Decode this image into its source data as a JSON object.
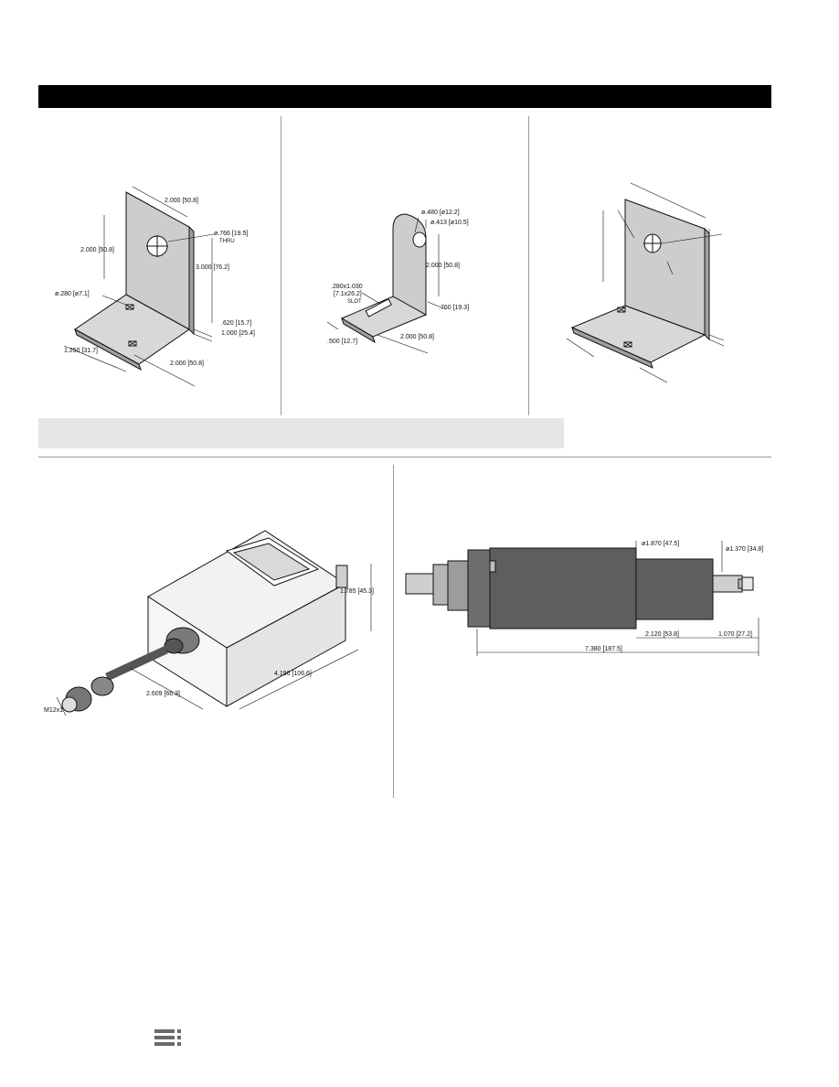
{
  "colors": {
    "top_bar": "#000000",
    "grey_band": "#e5e5e5",
    "bracket_fill": "#cfcfcf",
    "sensor_body": "#5e5e5e",
    "line": "#111111"
  },
  "bracket_a": {
    "dims": {
      "top_width": "2.000 [50.8]",
      "upright_height": "2.000 [50.8]",
      "hole_dia": "ø.766 [19.5]",
      "hole_note": "THRU",
      "overall_height": "3.000 [76.2]",
      "slot_dia": "ø.280 [ø7.1]",
      "bend_a": ".620 [15.7]",
      "bend_b": "1.000 [25.4]",
      "base_depth": "1.250 [31.7]",
      "base_width": "2.000 [50.8]"
    }
  },
  "bracket_b": {
    "dims": {
      "tube_outer": "ø.480 [ø12.2]",
      "tube_inner": "ø.413 [ø10.5]",
      "height": "2.000 [50.8]",
      "slot_size": ".280x1.030",
      "slot_metric": "[7.1x26.2]",
      "slot_label": "SLOT",
      "thickness": ".760 [19.3]",
      "base_width": "2.000 [50.8]",
      "base_depth": ".500 [12.7]"
    }
  },
  "controller": {
    "dims": {
      "height": "1.785 [45.3]",
      "length": "4.196 [106.6]",
      "cable": "2.609 [66.3]",
      "connector": "M12x1"
    }
  },
  "sensor": {
    "dims": {
      "body_dia": "ø1.870 [47.5]",
      "tip_dia": "ø1.370 [34.8]",
      "step_len": "2.120 [53.8]",
      "tip_len": "1.070 [27.2]",
      "overall_len": "7.380 [187.5]"
    }
  },
  "footer": {
    "logo_icon": "brand-logo-icon"
  }
}
